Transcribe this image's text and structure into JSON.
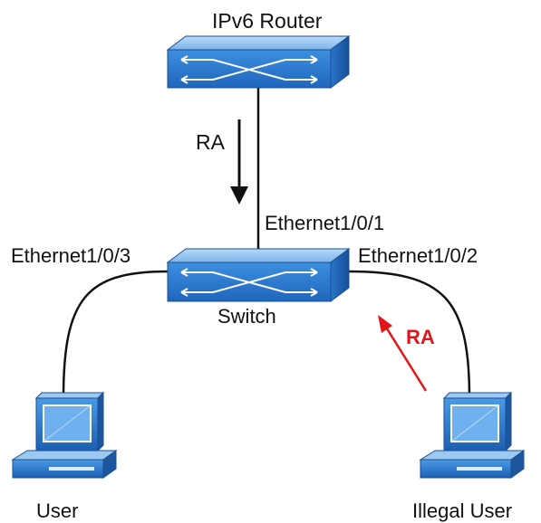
{
  "router": {
    "label": "IPv6 Router"
  },
  "switch": {
    "label": "Switch"
  },
  "ports": {
    "uplink": "Ethernet1/0/1",
    "left": "Ethernet1/0/3",
    "right": "Ethernet1/0/2"
  },
  "messages": {
    "legit": "RA",
    "rogue": "RA"
  },
  "hosts": {
    "user": "User",
    "illegal": "Illegal User"
  },
  "colors": {
    "device_fill": "#2f7fd6",
    "device_top": "#8ec0ef",
    "device_side": "#1f5fab",
    "rogue_arrow": "#e3151a",
    "link": "#111111"
  }
}
